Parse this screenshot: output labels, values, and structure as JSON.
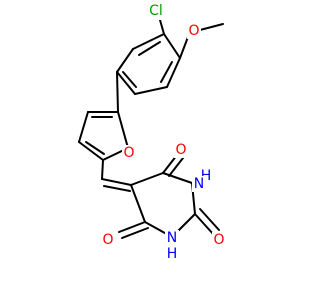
{
  "diagram": {
    "type": "skeletal-structure",
    "atoms": [
      {
        "name": "atom-cl",
        "label": "Cl",
        "color": "#00a000"
      },
      {
        "name": "atom-o-methoxy",
        "label": "O",
        "color": "#ff0000"
      },
      {
        "name": "atom-o-furan",
        "label": "O",
        "color": "#ff0000"
      },
      {
        "name": "atom-o-carbonyl-top",
        "label": "O",
        "color": "#ff0000"
      },
      {
        "name": "atom-nh-top",
        "label": "H",
        "color": "#0000ff"
      },
      {
        "name": "atom-nh-top-n",
        "label": "N",
        "color": "#0000ff"
      },
      {
        "name": "atom-o-carbonyl-right",
        "label": "O",
        "color": "#ff0000"
      },
      {
        "name": "atom-nh-bottom-n",
        "label": "N",
        "color": "#0000ff"
      },
      {
        "name": "atom-nh-bottom",
        "label": "H",
        "color": "#0000ff"
      },
      {
        "name": "atom-o-carbonyl-left",
        "label": "O",
        "color": "#ff0000"
      }
    ]
  }
}
